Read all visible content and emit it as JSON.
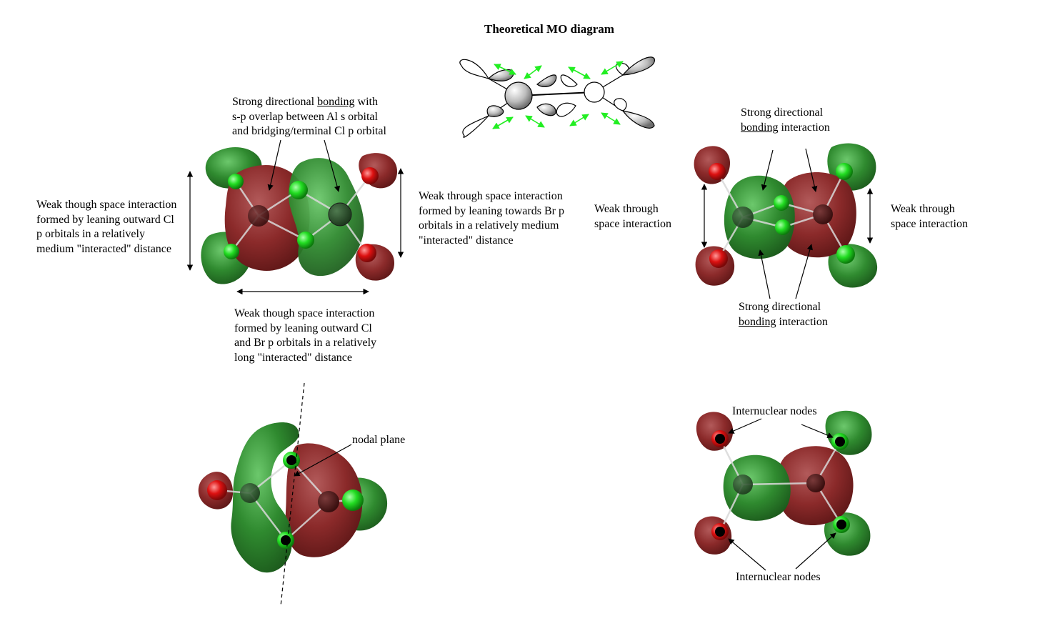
{
  "title": "Theoretical MO diagram",
  "colors": {
    "green_lobe": "#2f8a2f",
    "red_lobe": "#8b2a2a",
    "green_atom": "#22dd22",
    "red_atom": "#dd1111",
    "arrow_green": "#22ee22",
    "node_black": "#000000"
  },
  "panel_tl": {
    "bonding_note": {
      "line1_pre": "Strong directional ",
      "line1_u": "bonding",
      "line1_post": " with",
      "line2": "s-p overlap between Al s orbital",
      "line3": "and bridging/terminal Cl p orbital"
    },
    "left_note": [
      "Weak though space interaction",
      "formed by leaning outward Cl",
      "p orbitals in a relatively",
      "medium \"interacted\" distance"
    ],
    "right_note": [
      "Weak through space interaction",
      "formed by  leaning towards Br p",
      "orbitals in a relatively medium",
      "\"interacted\" distance"
    ],
    "bottom_note": [
      "Weak though space interaction",
      "formed by leaning outward Cl",
      "and Br p orbitals in a relatively",
      "long \"interacted\" distance"
    ]
  },
  "panel_tr": {
    "top_note": {
      "line1": "Strong directional",
      "line2_u": "bonding",
      "line2_post": " interaction"
    },
    "bottom_note": {
      "line1": "Strong directional",
      "line2_u": "bonding",
      "line2_post": " interaction"
    },
    "left_note": [
      "Weak through",
      "space interaction"
    ],
    "right_note": [
      "Weak through",
      "space interaction"
    ]
  },
  "panel_bl": {
    "label": "nodal plane"
  },
  "panel_br": {
    "top_label": "Internuclear nodes",
    "bottom_label": "Internuclear nodes"
  }
}
